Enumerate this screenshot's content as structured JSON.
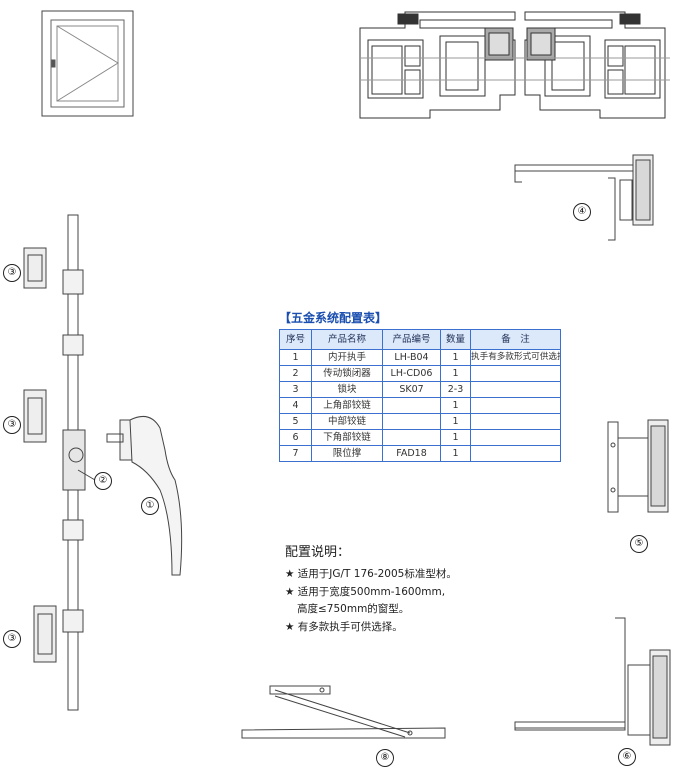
{
  "config": {
    "title": "【五金系统配置表】",
    "headers": [
      "序号",
      "产品名称",
      "产品编号",
      "数量",
      "备　注"
    ],
    "rows": [
      [
        "1",
        "内开执手",
        "LH-B04",
        "1",
        "执手有多款形式可供选择"
      ],
      [
        "2",
        "传动锁闭器",
        "LH-CD06",
        "1",
        ""
      ],
      [
        "3",
        "锁块",
        "SK07",
        "2-3",
        ""
      ],
      [
        "4",
        "上角部铰链",
        "",
        "1",
        ""
      ],
      [
        "5",
        "中部铰链",
        "",
        "1",
        ""
      ],
      [
        "6",
        "下角部铰链",
        "",
        "1",
        ""
      ],
      [
        "7",
        "限位撑",
        "FAD18",
        "1",
        ""
      ]
    ]
  },
  "notes": {
    "title": "配置说明：",
    "items": [
      "★ 适用于JG/T 176-2005标准型材。",
      "★ 适用于宽度500mm-1600mm,",
      "高度≤750mm的窗型。",
      "★ 有多款执手可供选择。"
    ]
  },
  "labels": {
    "handle": "①",
    "gear": "②",
    "lock_block": "③",
    "top_hinge": "④",
    "middle_hinge": "⑤",
    "bottom_hinge": "⑥",
    "stay": "⑧"
  }
}
